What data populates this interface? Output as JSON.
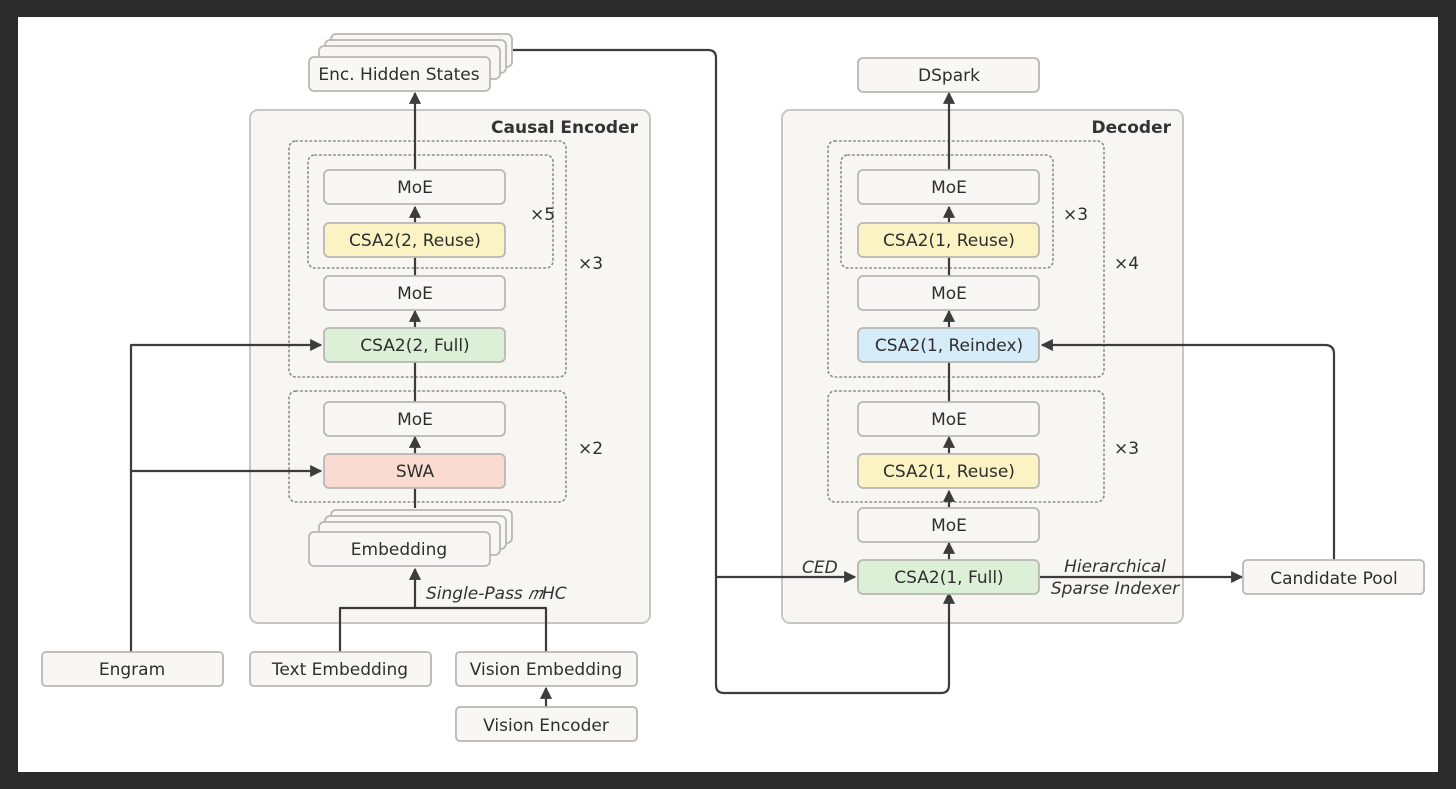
{
  "encoder": {
    "title": "Causal Encoder",
    "hidden_states": "Enc. Hidden States",
    "inner_moe": "MoE",
    "inner_csa": "CSA2(2, Reuse)",
    "inner_repeat": "×5",
    "outer_moe": "MoE",
    "outer_csa": "CSA2(2, Full)",
    "outer_repeat": "×3",
    "swa_moe": "MoE",
    "swa": "SWA",
    "swa_repeat": "×2",
    "embedding": "Embedding",
    "mhc_label": "Single-Pass 𝑚HC"
  },
  "inputs": {
    "engram": "Engram",
    "text_embedding": "Text Embedding",
    "vision_embedding": "Vision Embedding",
    "vision_encoder": "Vision Encoder"
  },
  "decoder": {
    "title": "Decoder",
    "output": "DSpark",
    "inner_moe": "MoE",
    "inner_csa": "CSA2(1, Reuse)",
    "inner_repeat": "×3",
    "outer_moe": "MoE",
    "outer_csa": "CSA2(1, Reindex)",
    "outer_repeat": "×4",
    "lower_moe": "MoE",
    "lower_csa": "CSA2(1, Reuse)",
    "lower_repeat": "×3",
    "bottom_moe": "MoE",
    "bottom_csa": "CSA2(1, Full)",
    "ced_label": "CED",
    "indexer_line1": "Hierarchical",
    "indexer_line2": "Sparse Indexer",
    "candidate_pool": "Candidate Pool"
  },
  "colors": {
    "yellow": "#fbf3c4",
    "green": "#dcf0d8",
    "blue": "#d6ecf8",
    "salmon": "#fadbd2",
    "container": "#f7f6f3"
  }
}
